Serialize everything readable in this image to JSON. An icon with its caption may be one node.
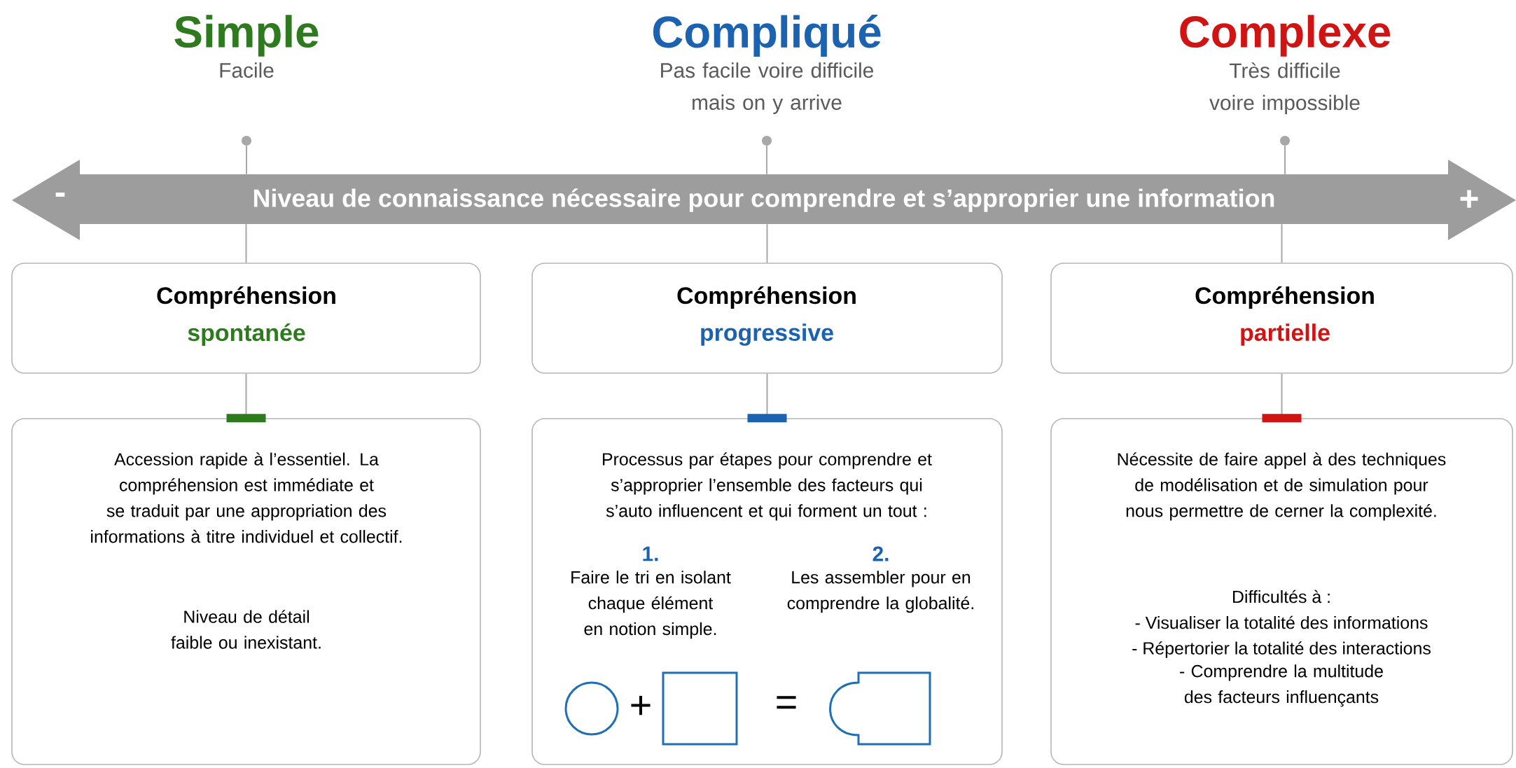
{
  "diagram": {
    "nodes": [
      {
        "text": [
          "Simple",
          "Facile"
        ]
      },
      {
        "text": [
          "Compliqué",
          "Pas facile voire difficile mais on y arrive"
        ]
      },
      {
        "text": [
          "Complexe",
          "Très difficile voire impossible"
        ]
      },
      {
        "text": [
          "-",
          "Niveau de connaissance nécessaire pour comprendre et s’approprier une information",
          "+"
        ]
      },
      {
        "text": [
          "Compréhension",
          "spontanée"
        ]
      },
      {
        "text": [
          "Compréhension",
          "progressive"
        ]
      },
      {
        "text": [
          "Compréhension",
          "partielle"
        ]
      },
      {
        "text": [
          "Accession rapide à l’essentiel. La compréhension est immédiate et se traduit par une appropriation des informations à titre individuel et collectif.",
          "Niveau de détail faible ou inexistant."
        ]
      },
      {
        "text": [
          "Processus par étapes pour comprendre et s’approprier l’ensemble des facteurs qui s’auto influencent et qui forment un tout :",
          "1.",
          "Faire le tri en isolant chaque élément en notion simple.",
          "2.",
          "Les assembler pour en comprendre la globalité."
        ]
      },
      {
        "text": [
          "Nécessite de faire appel à des techniques de modélisation et de simulation pour nous permettre de cerner la complexité.",
          "Difficultés à :",
          "- Visualiser la totalité des informations",
          "- Répertorier la totalité des interactions",
          "- Comprendre la multitude des facteurs influençants"
        ]
      }
    ],
    "edges": [
      {
        "from": 0,
        "to": 3,
        "arrow": "none"
      },
      {
        "from": 1,
        "to": 3,
        "arrow": "none"
      },
      {
        "from": 2,
        "to": 3,
        "arrow": "none"
      },
      {
        "from": 3,
        "to": 4,
        "arrow": "none"
      },
      {
        "from": 3,
        "to": 5,
        "arrow": "none"
      },
      {
        "from": 3,
        "to": 6,
        "arrow": "none"
      },
      {
        "from": 4,
        "to": 7,
        "arrow": "none"
      },
      {
        "from": 5,
        "to": 8,
        "arrow": "none"
      },
      {
        "from": 6,
        "to": 9,
        "arrow": "none"
      }
    ],
    "labels": [
      "+",
      "="
    ]
  }
}
